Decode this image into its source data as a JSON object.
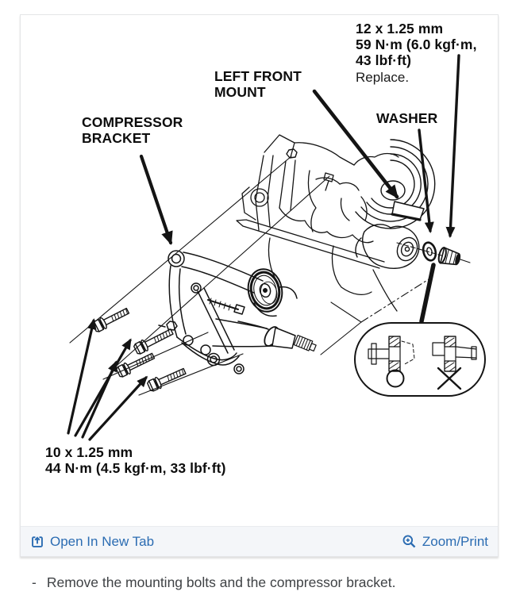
{
  "diagram": {
    "labels": {
      "top_bolt_spec": "12 x 1.25 mm\n59 N·m (6.0 kgf·m,\n43 lbf·ft)",
      "top_bolt_note": "Replace.",
      "left_front_mount": "LEFT FRONT\nMOUNT",
      "compressor_bracket": "COMPRESSOR\nBRACKET",
      "washer": "WASHER",
      "bottom_bolt_spec": "10 x 1.25 mm\n44 N·m (4.5 kgf·m, 33 lbf·ft)"
    },
    "inset": {
      "correct_mark": "circle",
      "incorrect_mark": "x"
    }
  },
  "footer": {
    "links": [
      {
        "label": "Open In New Tab",
        "icon": "open-in-new-tab-icon"
      },
      {
        "label": "Zoom/Print",
        "icon": "magnifier-plus-icon"
      }
    ],
    "link_color": "#2b6cb2"
  },
  "instruction": {
    "bullet": "-",
    "text": "Remove the mounting bolts and the compressor bracket."
  },
  "colors": {
    "frame_border": "#e4e5e7",
    "footer_bg": "#f4f6f9",
    "ink": "#141414",
    "instruction_text": "#3f4245"
  }
}
